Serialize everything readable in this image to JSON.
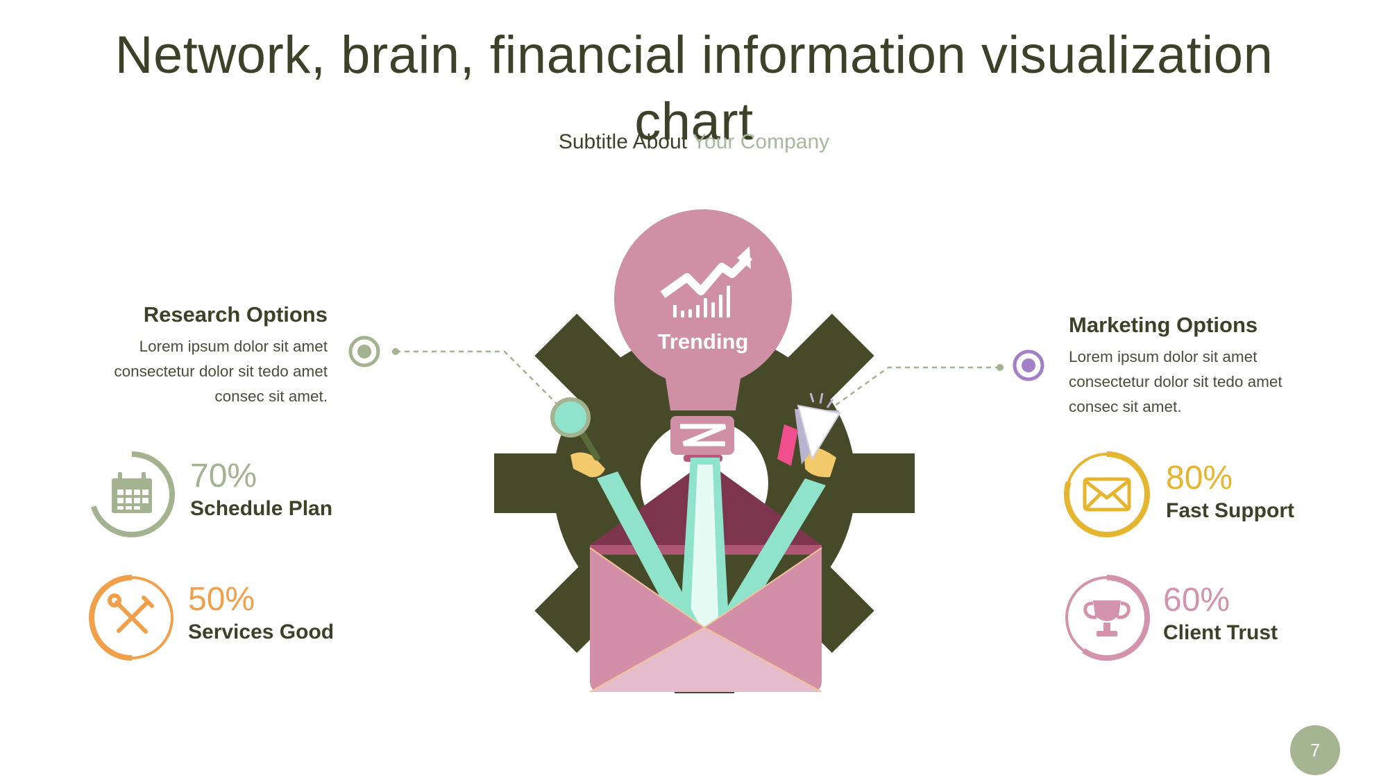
{
  "header": {
    "title": "Network, brain, financial information visualization chart",
    "subtitle_main": "Subtitle About",
    "subtitle_accent": "Your Company"
  },
  "center": {
    "bulb_label": "Trending"
  },
  "left_block": {
    "title": "Research Options",
    "lines": [
      "Lorem ipsum dolor sit amet",
      "consectetur dolor sit tedo amet",
      "consec sit amet."
    ]
  },
  "right_block": {
    "title": "Marketing Options",
    "lines": [
      "Lorem ipsum dolor sit amet",
      "consectetur dolor sit tedo amet",
      "consec sit amet."
    ]
  },
  "stats": [
    {
      "percent": "70%",
      "value": 0.7,
      "label": "Schedule Plan",
      "icon": "calendar-icon",
      "color": "#a3b28f"
    },
    {
      "percent": "50%",
      "value": 0.5,
      "label": "Services Good",
      "icon": "tools-icon",
      "color": "#f0a04a"
    },
    {
      "percent": "80%",
      "value": 0.8,
      "label": "Fast Support",
      "icon": "envelope-icon",
      "color": "#e5b530"
    },
    {
      "percent": "60%",
      "value": 0.6,
      "label": "Client Trust",
      "icon": "trophy-icon",
      "color": "#d394ab"
    }
  ],
  "colors": {
    "gear": "#464a29",
    "bulb": "#cf8fa5",
    "envelope": "#d38fa8",
    "arm": "#8fe3cb",
    "research_dot": "#a3b28f",
    "marketing_dot": "#a37fc7"
  },
  "page": {
    "number": "7"
  }
}
